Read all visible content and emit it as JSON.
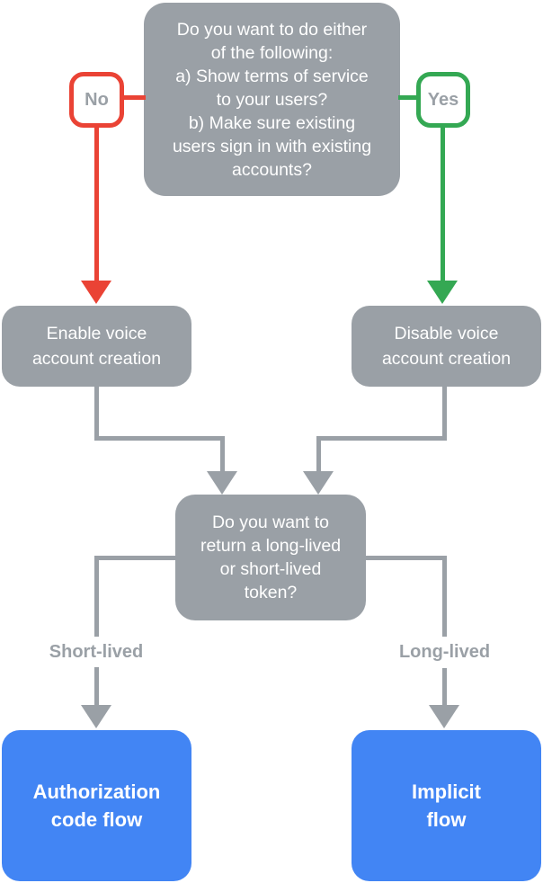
{
  "flowchart": {
    "top_question": "Do you want to do either\nof the following:\na) Show terms of service\nto your users?\nb) Make sure existing\nusers sign in with existing\naccounts?",
    "branch_no": {
      "label": "No"
    },
    "branch_yes": {
      "label": "Yes"
    },
    "enable_node": "Enable voice\naccount creation",
    "disable_node": "Disable voice\naccount creation",
    "token_question": "Do you want to\nreturn a long-lived\nor short-lived\ntoken?",
    "branch_short": {
      "label": "Short-lived"
    },
    "branch_long": {
      "label": "Long-lived"
    },
    "result_auth_code": "Authorization\ncode flow",
    "result_implicit": "Implicit\nflow",
    "colors": {
      "node_gray": "#9AA0A6",
      "result_blue": "#4285F4",
      "no_red": "#EA4335",
      "yes_green": "#34A853",
      "label_text_gray": "#9AA0A6",
      "background": "#FFFFFF"
    }
  }
}
